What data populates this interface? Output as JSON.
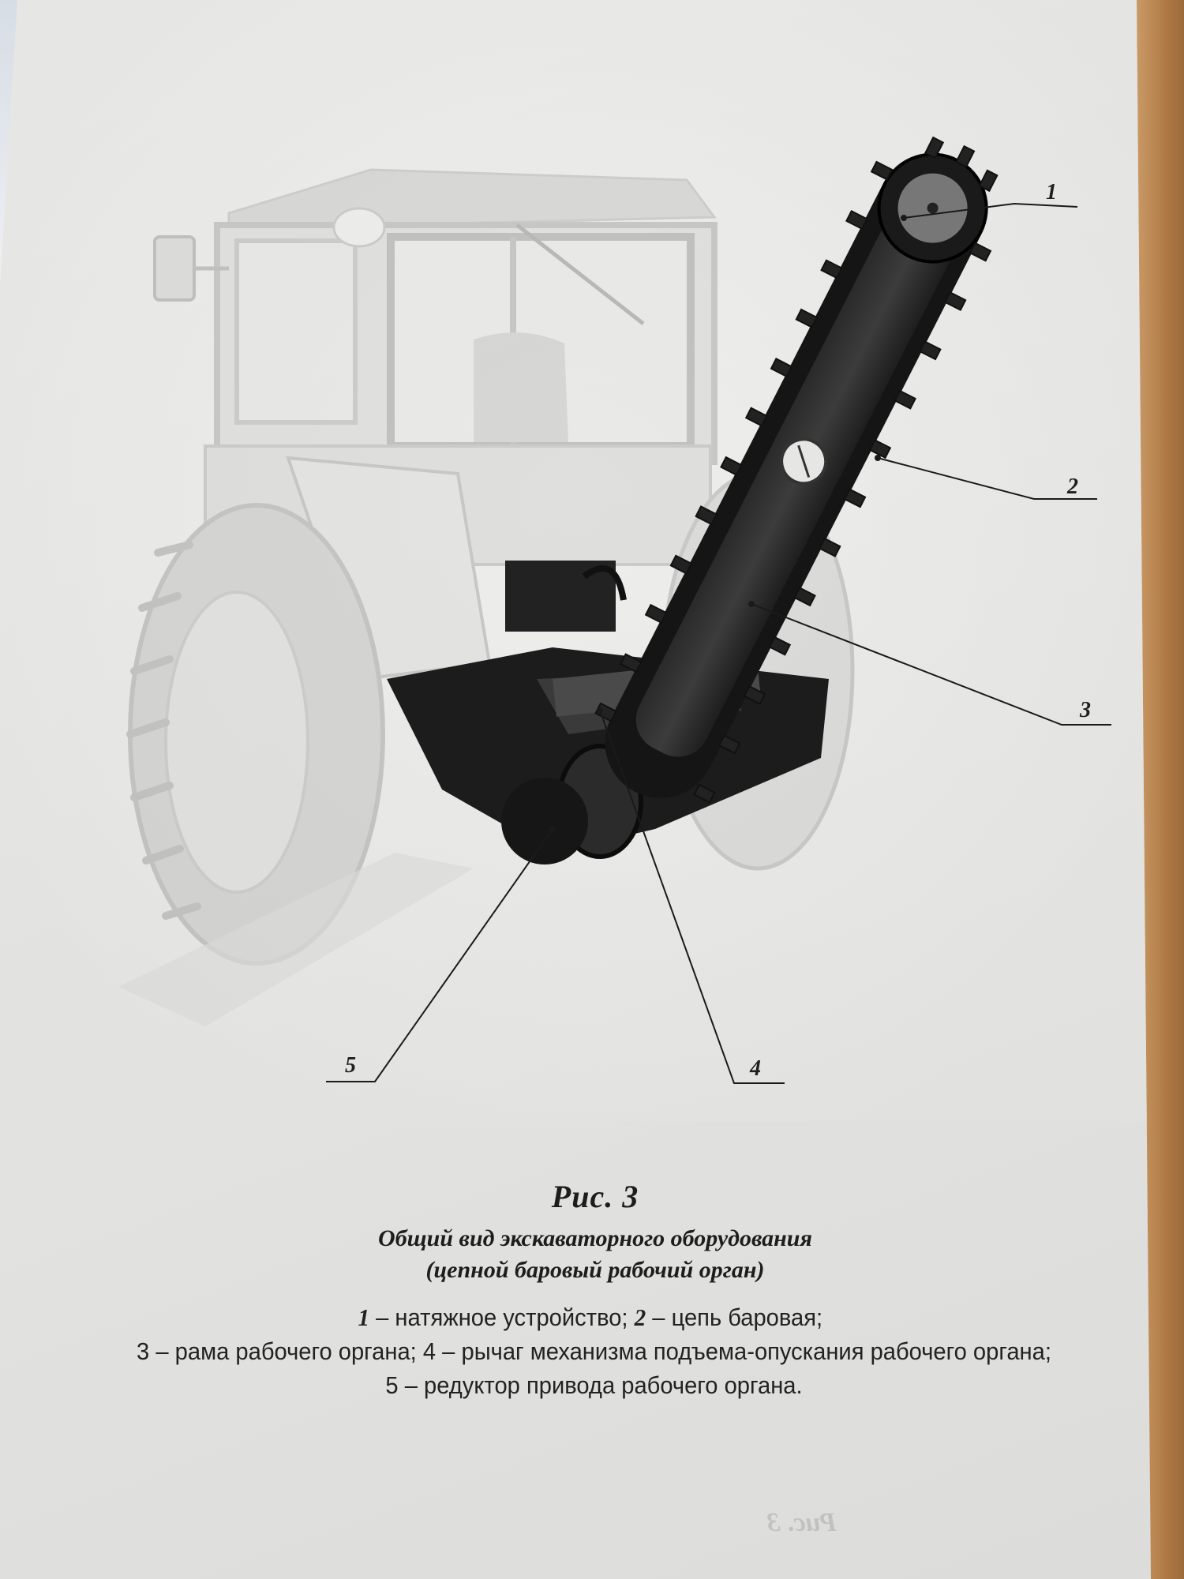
{
  "figure": {
    "callouts": [
      "1",
      "2",
      "3",
      "4",
      "5"
    ]
  },
  "caption": {
    "label": "Рис. 3",
    "title_line1": "Общий вид экскаваторного оборудования",
    "title_line2": "(цепной баровый рабочий орган)"
  },
  "legend": {
    "items": [
      {
        "num": "1",
        "sep": " –  ",
        "text": "натяжное устройство;"
      },
      {
        "num": "2",
        "sep": " – ",
        "text": "цепь баровая;"
      },
      {
        "num": "3",
        "sep": " – ",
        "text": "рама рабочего органа;"
      },
      {
        "num": "4",
        "sep": " –  ",
        "text": "рычаг механизма подъема-опускания рабочего органа;"
      },
      {
        "num": "5",
        "sep": " – ",
        "text": "редуктор привода рабочего органа."
      }
    ]
  },
  "colors": {
    "paper": "#e6e6e4",
    "ink": "#1d1d1d",
    "table": "#b8834f"
  }
}
